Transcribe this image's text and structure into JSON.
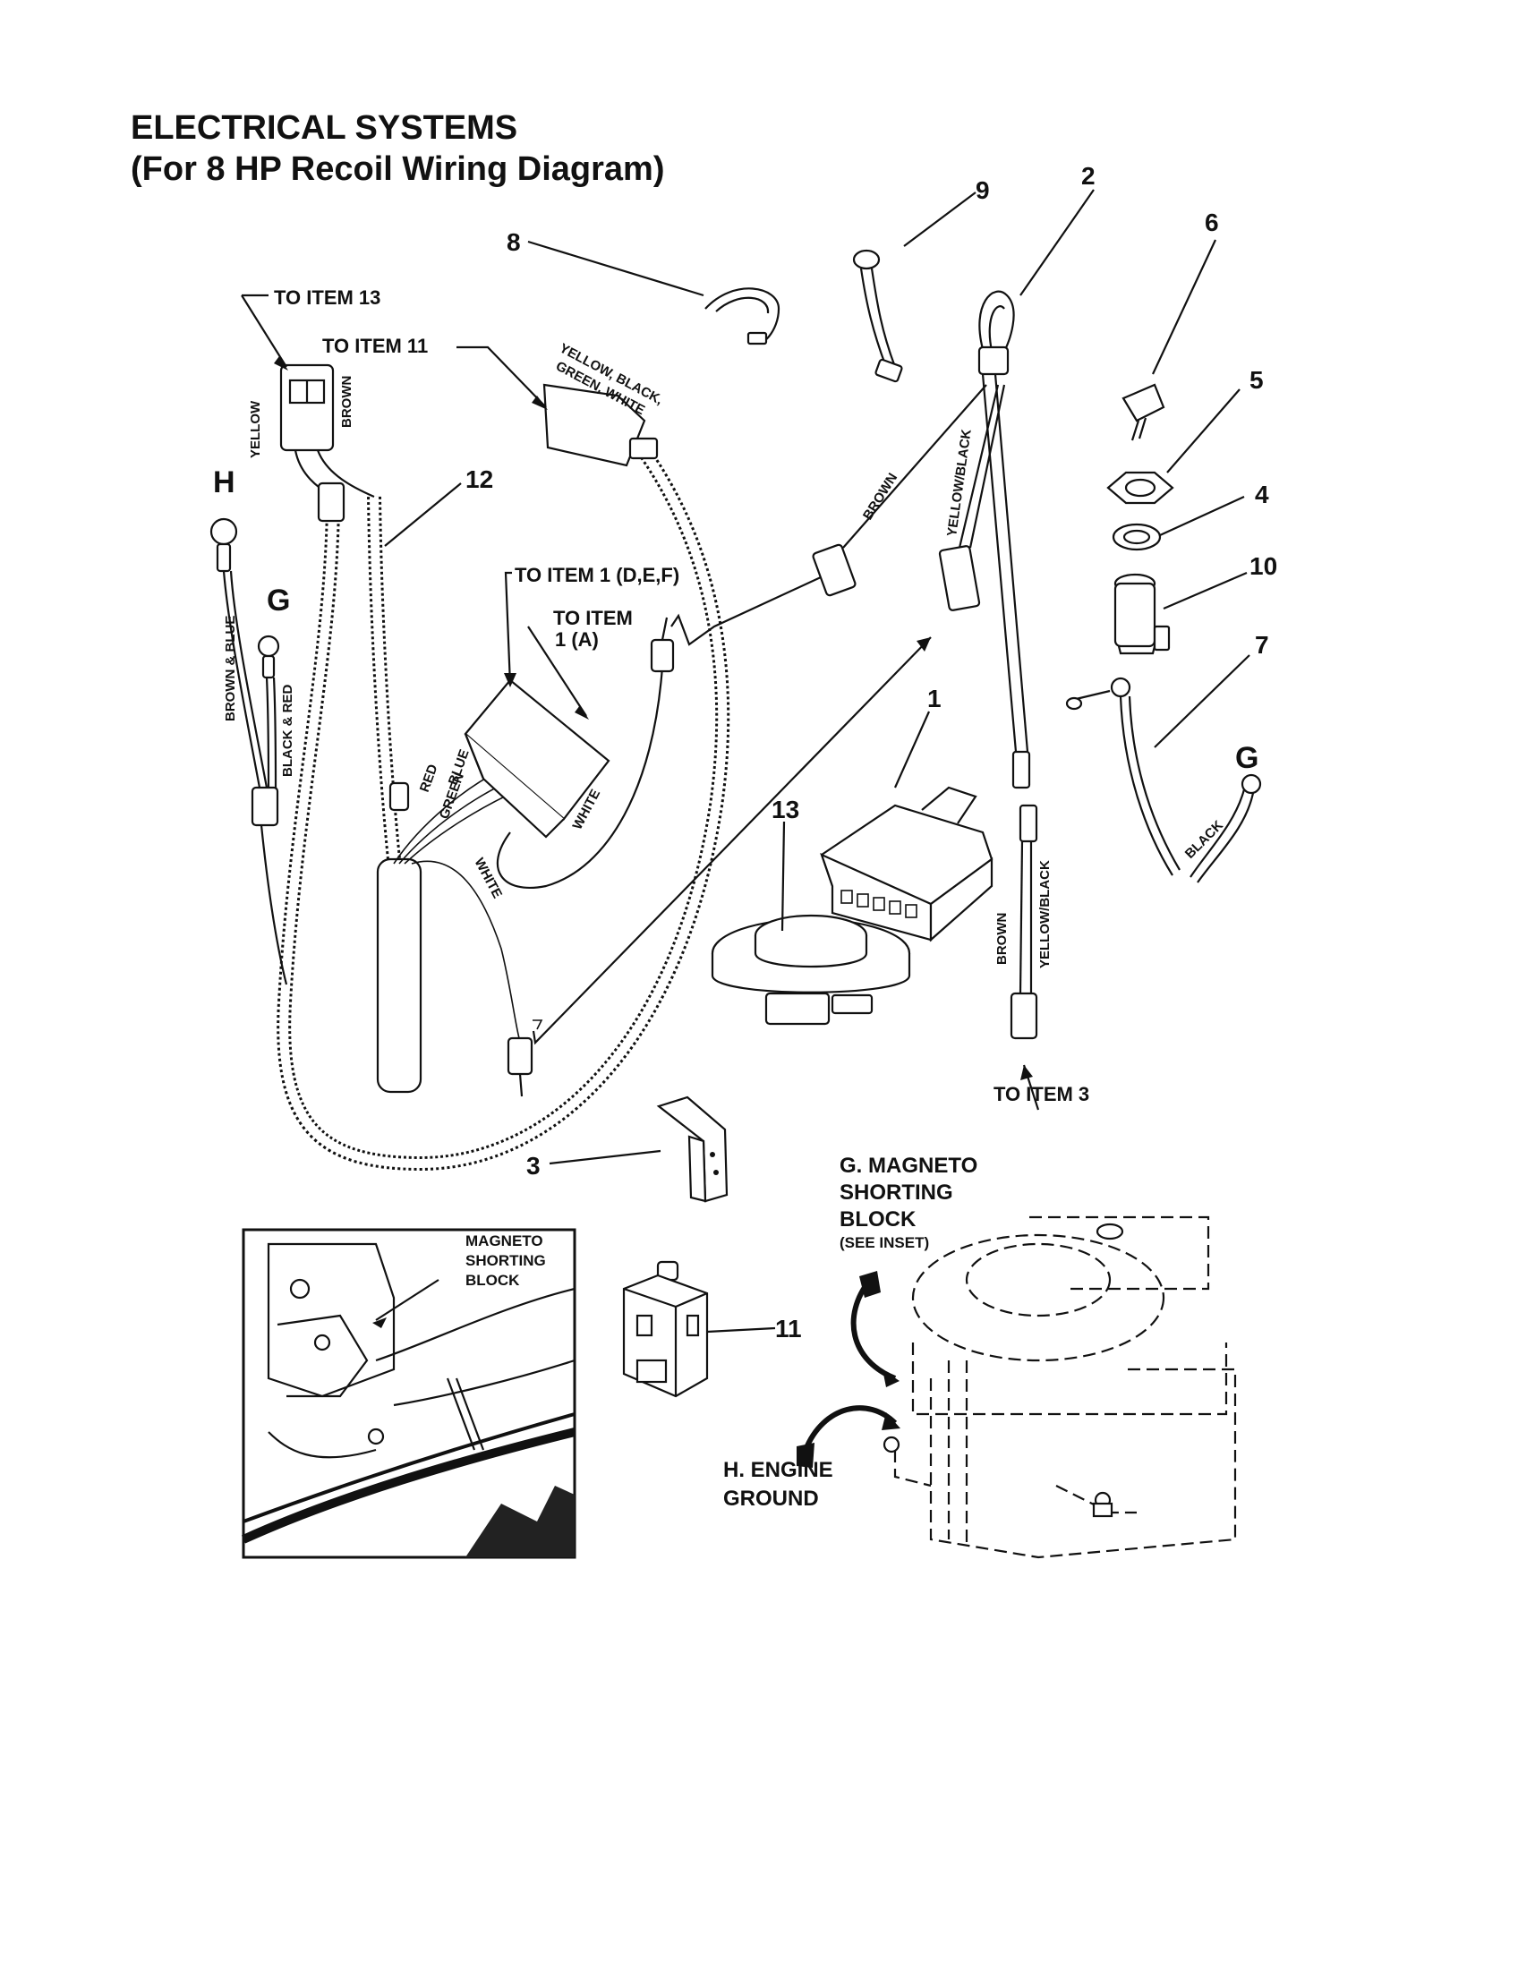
{
  "title": {
    "line1": "ELECTRICAL SYSTEMS",
    "line2": "(For 8 HP Recoil Wiring Diagram)"
  },
  "callouts": {
    "to_item_13": "TO ITEM 13",
    "to_item_11": "TO ITEM 11",
    "to_item_1_def": "TO ITEM 1 (D,E,F)",
    "to_item_1a_line1": "TO ITEM",
    "to_item_1a_line2": "1 (A)",
    "to_item_3": "TO ITEM 3"
  },
  "part_numbers": [
    "1",
    "2",
    "3",
    "4",
    "5",
    "6",
    "7",
    "8",
    "9",
    "10",
    "11",
    "12",
    "13"
  ],
  "terminal_letters": {
    "h": "H",
    "g_left": "G",
    "g_right": "G"
  },
  "wire_labels": {
    "yellow": "YELLOW",
    "brown": "BROWN",
    "yellow_black_green_white_line1": "YELLOW, BLACK,",
    "yellow_black_green_white_line2": "GREEN, WHITE",
    "brown_and_blue": "BROWN & BLUE",
    "black_and_red": "BLACK & RED",
    "red": "RED",
    "blue": "BLUE",
    "green": "GREEN",
    "white_upper": "WHITE",
    "white_lower": "WHITE",
    "brown_upper": "BROWN",
    "yellow_black_upper": "YELLOW/BLACK",
    "brown_lower": "BROWN",
    "yellow_black_lower": "YELLOW/BLACK",
    "black": "BLACK"
  },
  "inset": {
    "line1": "MAGNETO",
    "line2": "SHORTING",
    "line3": "BLOCK"
  },
  "engine": {
    "g_line1": "G. MAGNETO",
    "g_line2": "SHORTING",
    "g_line3": "BLOCK",
    "g_line4": "(SEE INSET)",
    "h_line1": "H. ENGINE",
    "h_line2": "GROUND"
  }
}
